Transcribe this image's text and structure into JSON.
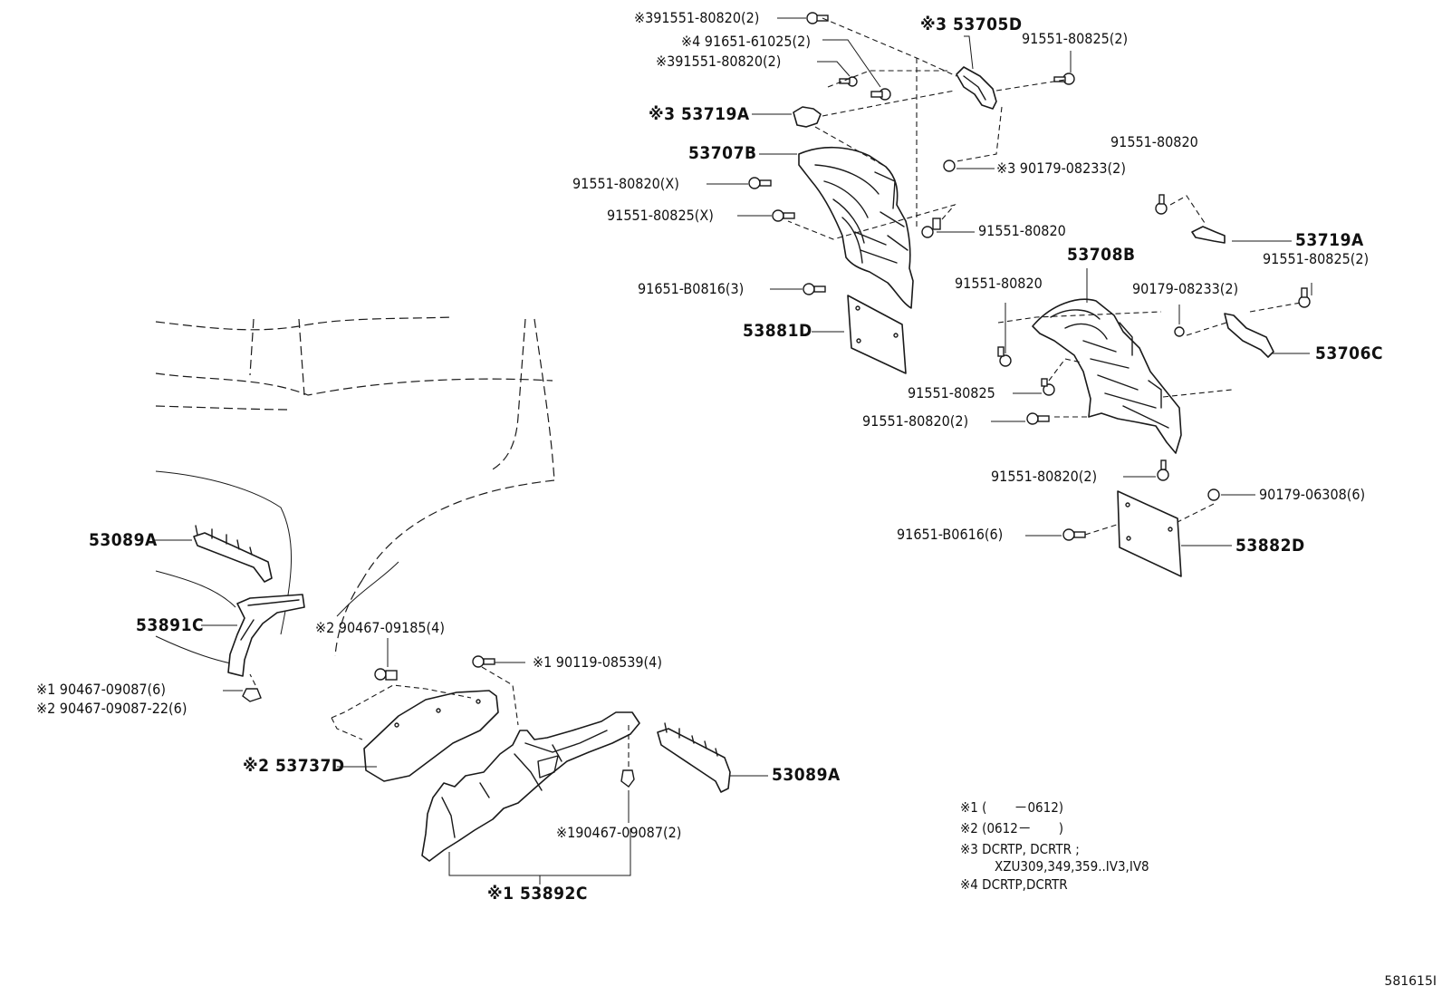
{
  "figure": {
    "id": "581615I",
    "callouts": [
      {
        "text": "※391551-80820(2)",
        "size": "small"
      },
      {
        "text": "※3 53705D",
        "size": "big"
      },
      {
        "text": "91551-80825(2)",
        "size": "small"
      },
      {
        "text": "※4 91651-61025(2)",
        "size": "small"
      },
      {
        "text": "※391551-80820(2)",
        "size": "small"
      },
      {
        "text": "※3 53719A",
        "size": "big"
      },
      {
        "text": "53707B",
        "size": "big"
      },
      {
        "text": "※3 90179-08233(2)",
        "size": "small"
      },
      {
        "text": "91551-80820",
        "size": "small"
      },
      {
        "text": "91551-80820(X)",
        "size": "small"
      },
      {
        "text": "91551-80825(X)",
        "size": "small"
      },
      {
        "text": "91551-80820",
        "size": "small"
      },
      {
        "text": "53719A",
        "size": "big"
      },
      {
        "text": "53708B",
        "size": "big"
      },
      {
        "text": "91551-80825(2)",
        "size": "small"
      },
      {
        "text": "91651-B0816(3)",
        "size": "small"
      },
      {
        "text": "91551-80820",
        "size": "small"
      },
      {
        "text": "90179-08233(2)",
        "size": "small"
      },
      {
        "text": "53881D",
        "size": "big"
      },
      {
        "text": "53706C",
        "size": "big"
      },
      {
        "text": "91551-80825",
        "size": "small"
      },
      {
        "text": "91551-80820(2)",
        "size": "small"
      },
      {
        "text": "91551-80820(2)",
        "size": "small"
      },
      {
        "text": "90179-06308(6)",
        "size": "small"
      },
      {
        "text": "91651-B0616(6)",
        "size": "small"
      },
      {
        "text": "53882D",
        "size": "big"
      },
      {
        "text": "53089A",
        "size": "big"
      },
      {
        "text": "53891C",
        "size": "big"
      },
      {
        "text": "※2 90467-09185(4)",
        "size": "small"
      },
      {
        "text": "※1 90119-08539(4)",
        "size": "small"
      },
      {
        "text": "※1 90467-09087(6)",
        "size": "small"
      },
      {
        "text": "※2 90467-09087-22(6)",
        "size": "small"
      },
      {
        "text": "※2 53737D",
        "size": "big"
      },
      {
        "text": "53089A",
        "size": "big"
      },
      {
        "text": "※190467-09087(2)",
        "size": "small"
      },
      {
        "text": "※1 53892C",
        "size": "big"
      }
    ],
    "notes": [
      "※1 (　　－0612)",
      "※2 (0612－　　)",
      "※3 DCRTP, DCRTR ;",
      "XZU309,349,359..IV3,IV8",
      "※4 DCRTP,DCRTR"
    ]
  }
}
